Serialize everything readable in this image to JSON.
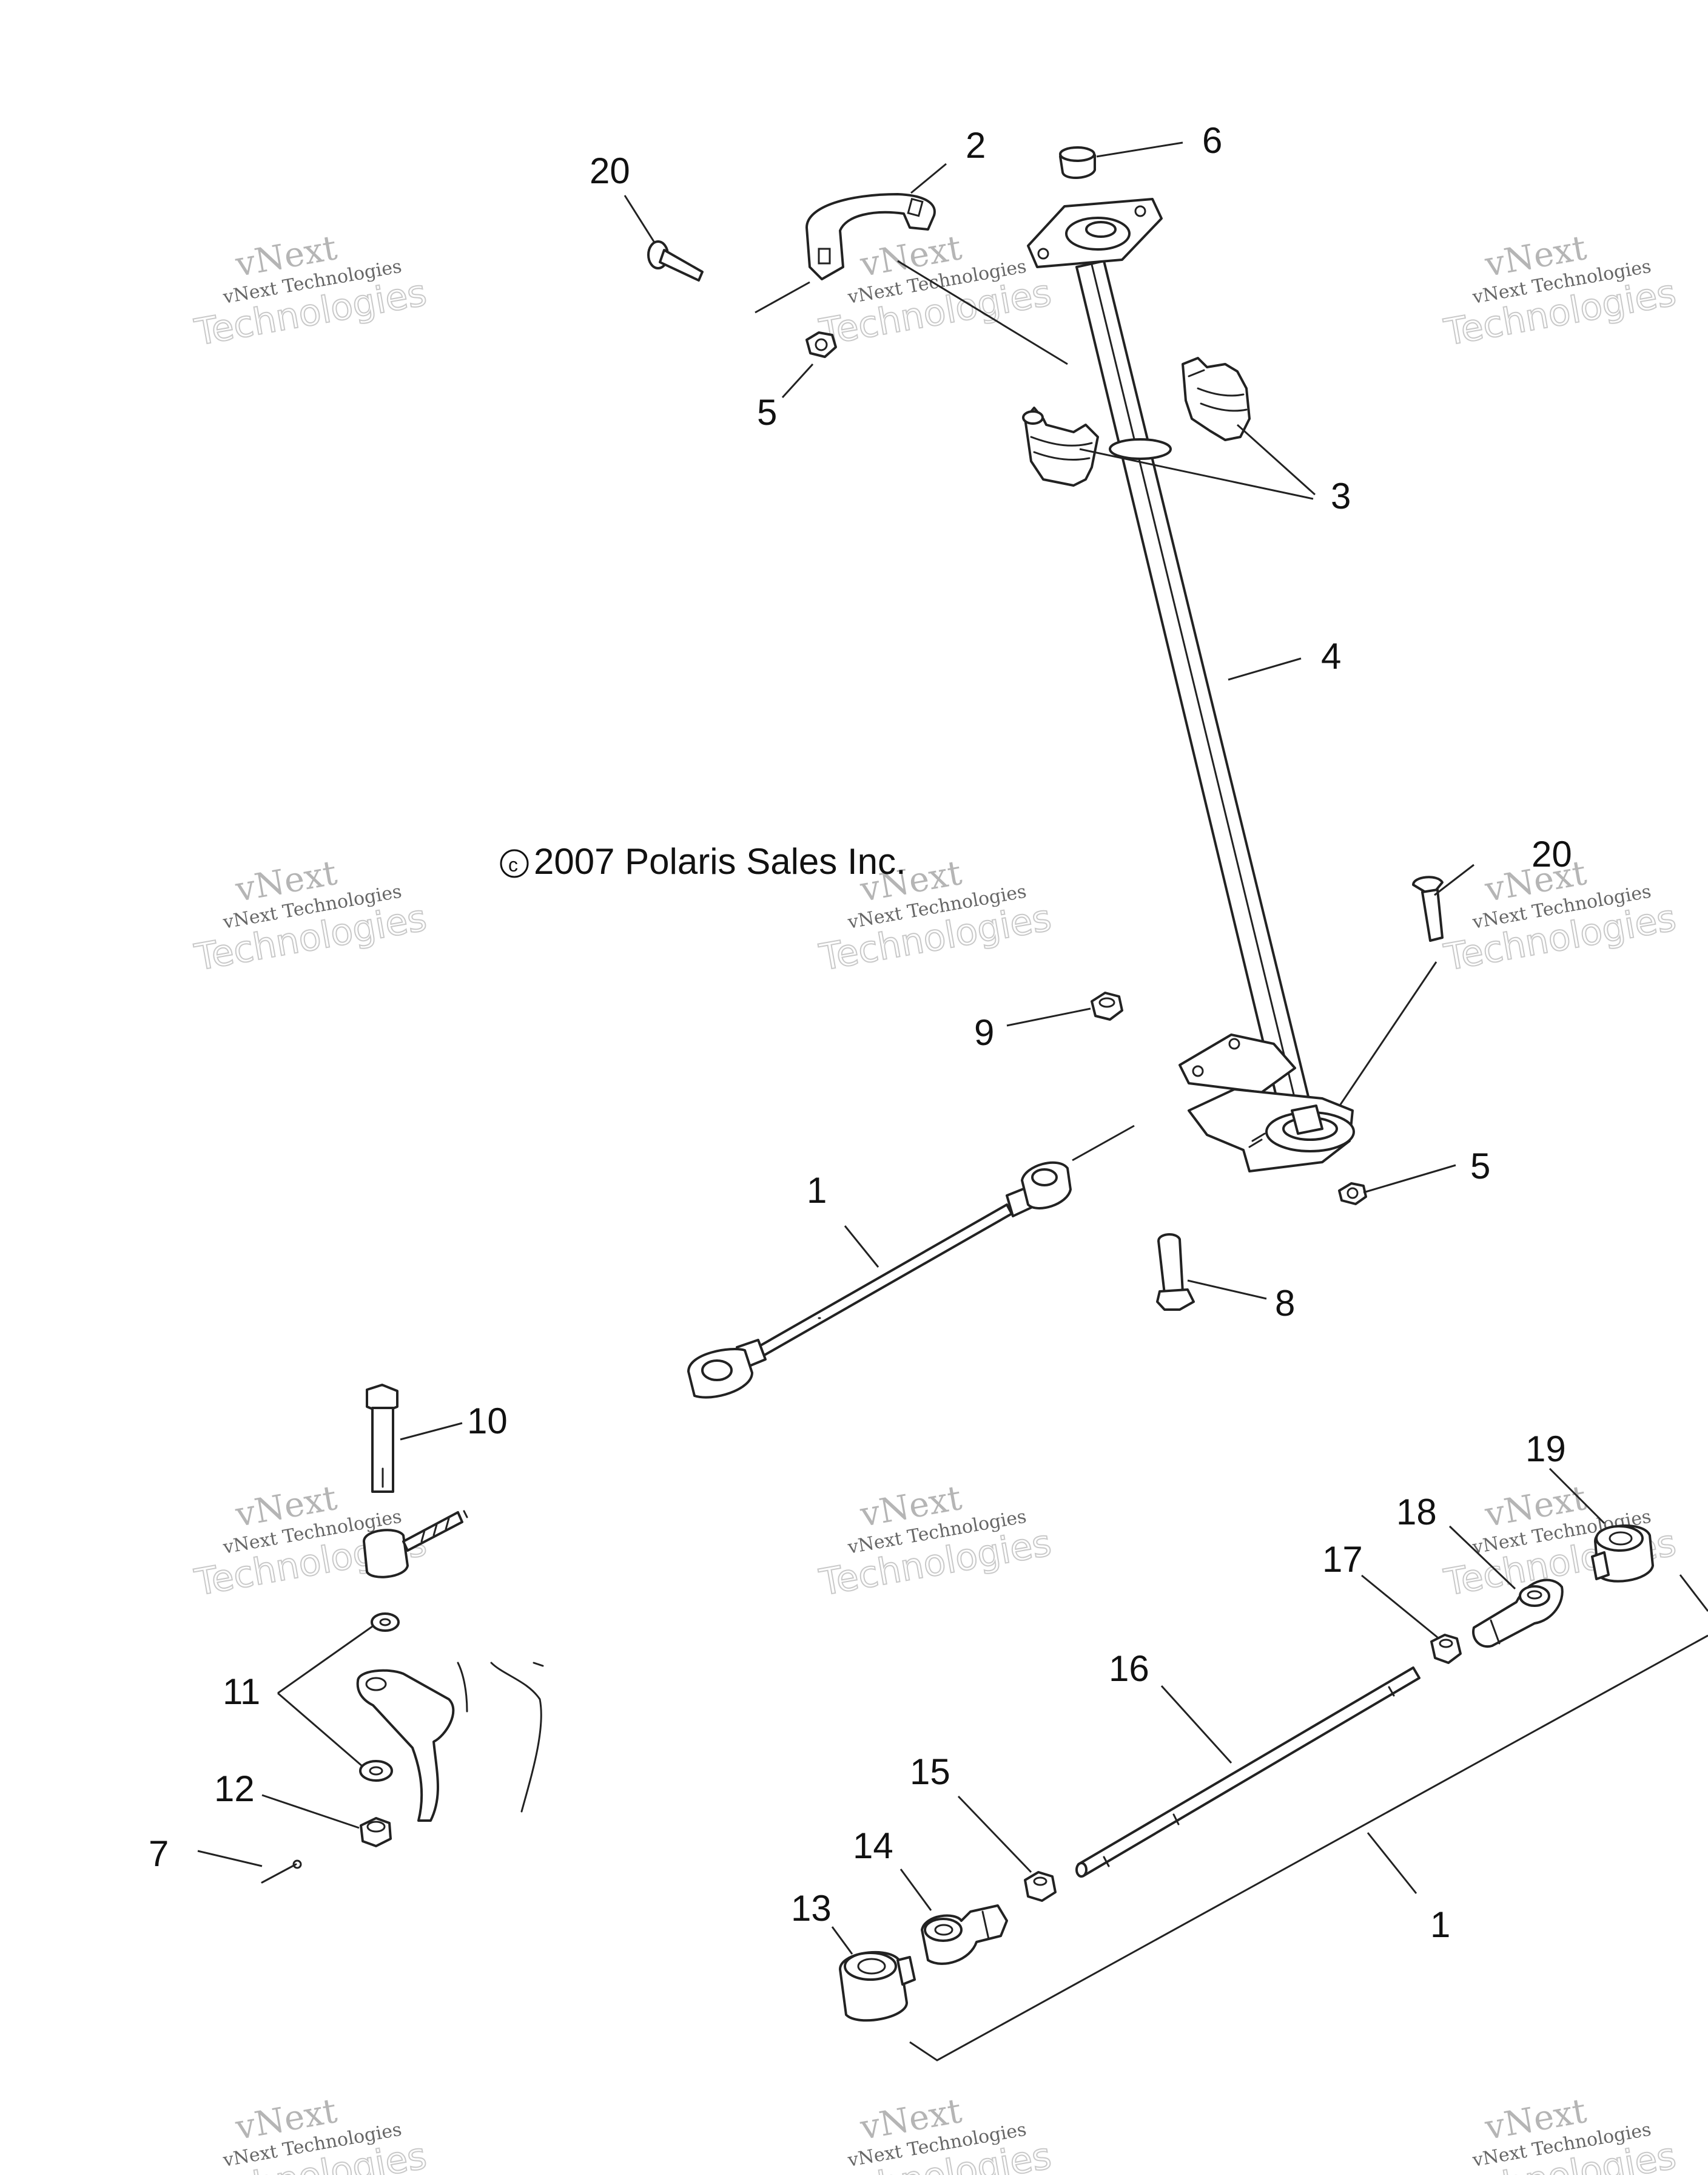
{
  "copyright": "© 2007 Polaris Sales Inc.",
  "watermark": {
    "line_top": "vNext",
    "line_small": "vNext Technologies",
    "line_big": "Technologies"
  },
  "callouts": {
    "c1a": "1",
    "c1b": "1",
    "c2": "2",
    "c3": "3",
    "c4": "4",
    "c5a": "5",
    "c5b": "5",
    "c6": "6",
    "c7": "7",
    "c8": "8",
    "c9": "9",
    "c10": "10",
    "c11": "11",
    "c12": "12",
    "c13": "13",
    "c14": "14",
    "c15": "15",
    "c16": "16",
    "c17": "17",
    "c18": "18",
    "c19": "19",
    "c20a": "20",
    "c20b": "20"
  }
}
